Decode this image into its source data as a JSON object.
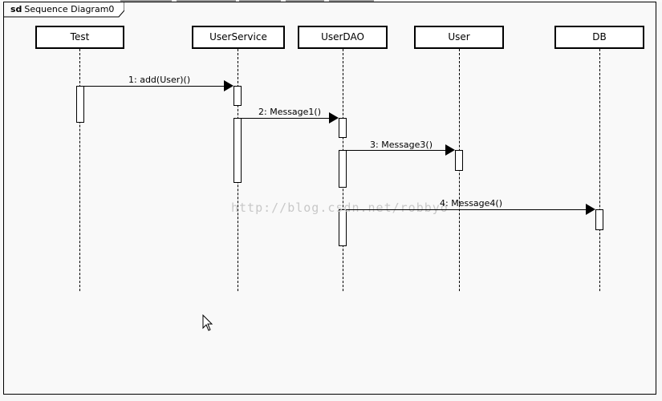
{
  "diagram": {
    "frame_label_keyword": "sd",
    "frame_label_name": "Sequence Diagram0",
    "participants": [
      "Test",
      "UserService",
      "UserDAO",
      "User",
      "DB"
    ],
    "messages": [
      {
        "label": "1: add(User)()"
      },
      {
        "label": "2: Message1()"
      },
      {
        "label": "3: Message3()"
      },
      {
        "label": "4: Message4()"
      }
    ],
    "watermark": "http://blog.csdn.net/robbyo"
  }
}
